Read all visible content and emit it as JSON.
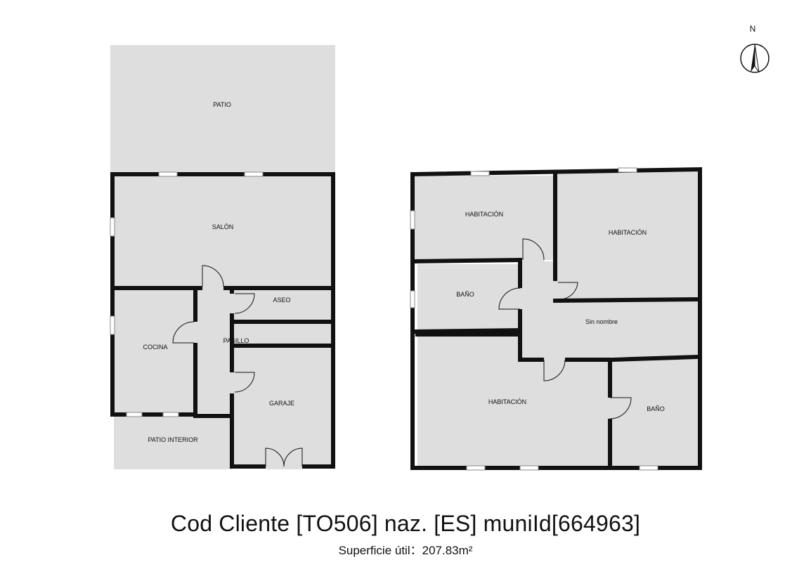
{
  "rooms": {
    "patio": "PATIO",
    "salon": "SALÓN",
    "aseo": "ASEO",
    "cocina": "COCINA",
    "pasillo": "PASILLO",
    "garaje": "GARAJE",
    "patio_interior": "PATIO INTERIOR",
    "habitacion_1": "HABITACIÓN",
    "habitacion_2": "HABITACIÓN",
    "habitacion_3": "HABITACIÓN",
    "bano_1": "BAÑO",
    "bano_2": "BAÑO",
    "sin_nombre": "Sin nombre"
  },
  "compass": {
    "label": "N"
  },
  "caption": {
    "title": "Cod Cliente [TO506] naz. [ES] muniId[664963]",
    "subtitle": "Superficie útil：207.83m²"
  },
  "colors": {
    "floor": "#dedede",
    "wall": "#111111",
    "window": "#ffffff"
  }
}
